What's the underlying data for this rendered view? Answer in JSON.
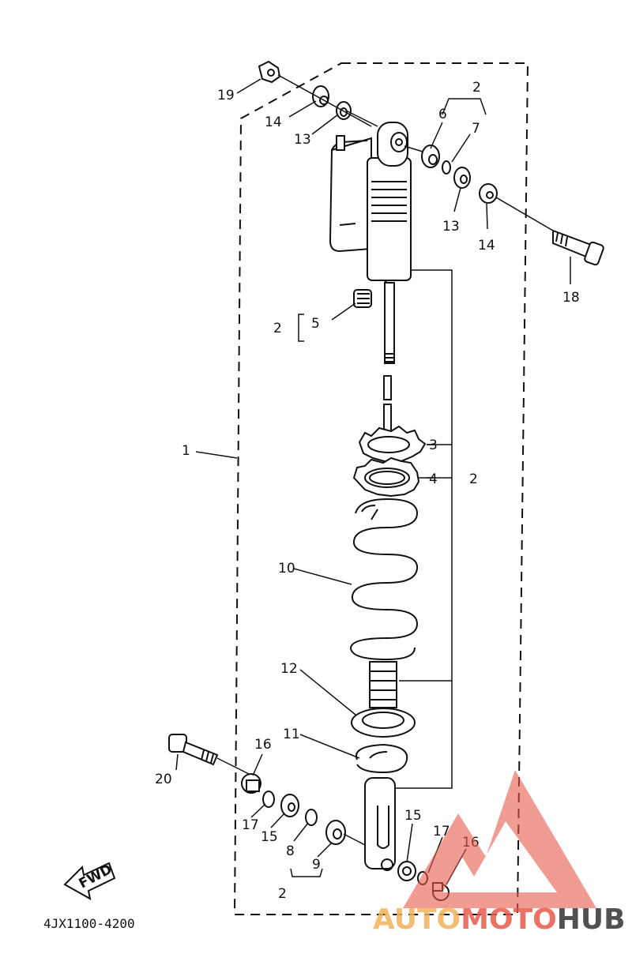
{
  "callouts": {
    "c1": "1",
    "c2a": "2",
    "c2b": "2",
    "c2c": "2",
    "c2d": "2",
    "c3": "3",
    "c4": "4",
    "c5": "5",
    "c6": "6",
    "c7": "7",
    "c8": "8",
    "c9": "9",
    "c10": "10",
    "c11": "11",
    "c12": "12",
    "c13a": "13",
    "c13b": "13",
    "c14a": "14",
    "c14b": "14",
    "c15a": "15",
    "c15b": "15",
    "c16a": "16",
    "c16b": "16",
    "c17a": "17",
    "c17b": "17",
    "c18": "18",
    "c19": "19",
    "c20": "20"
  },
  "fwd_label": "FWD",
  "part_code": "4JX1100-4200",
  "watermark": {
    "auto": "AUTO",
    "moto": "MOTO",
    "hub": "HUB",
    "color_orange": "#f2b25a",
    "color_red": "#e85a4a",
    "color_dark": "#333333"
  },
  "line_color": "#111111"
}
